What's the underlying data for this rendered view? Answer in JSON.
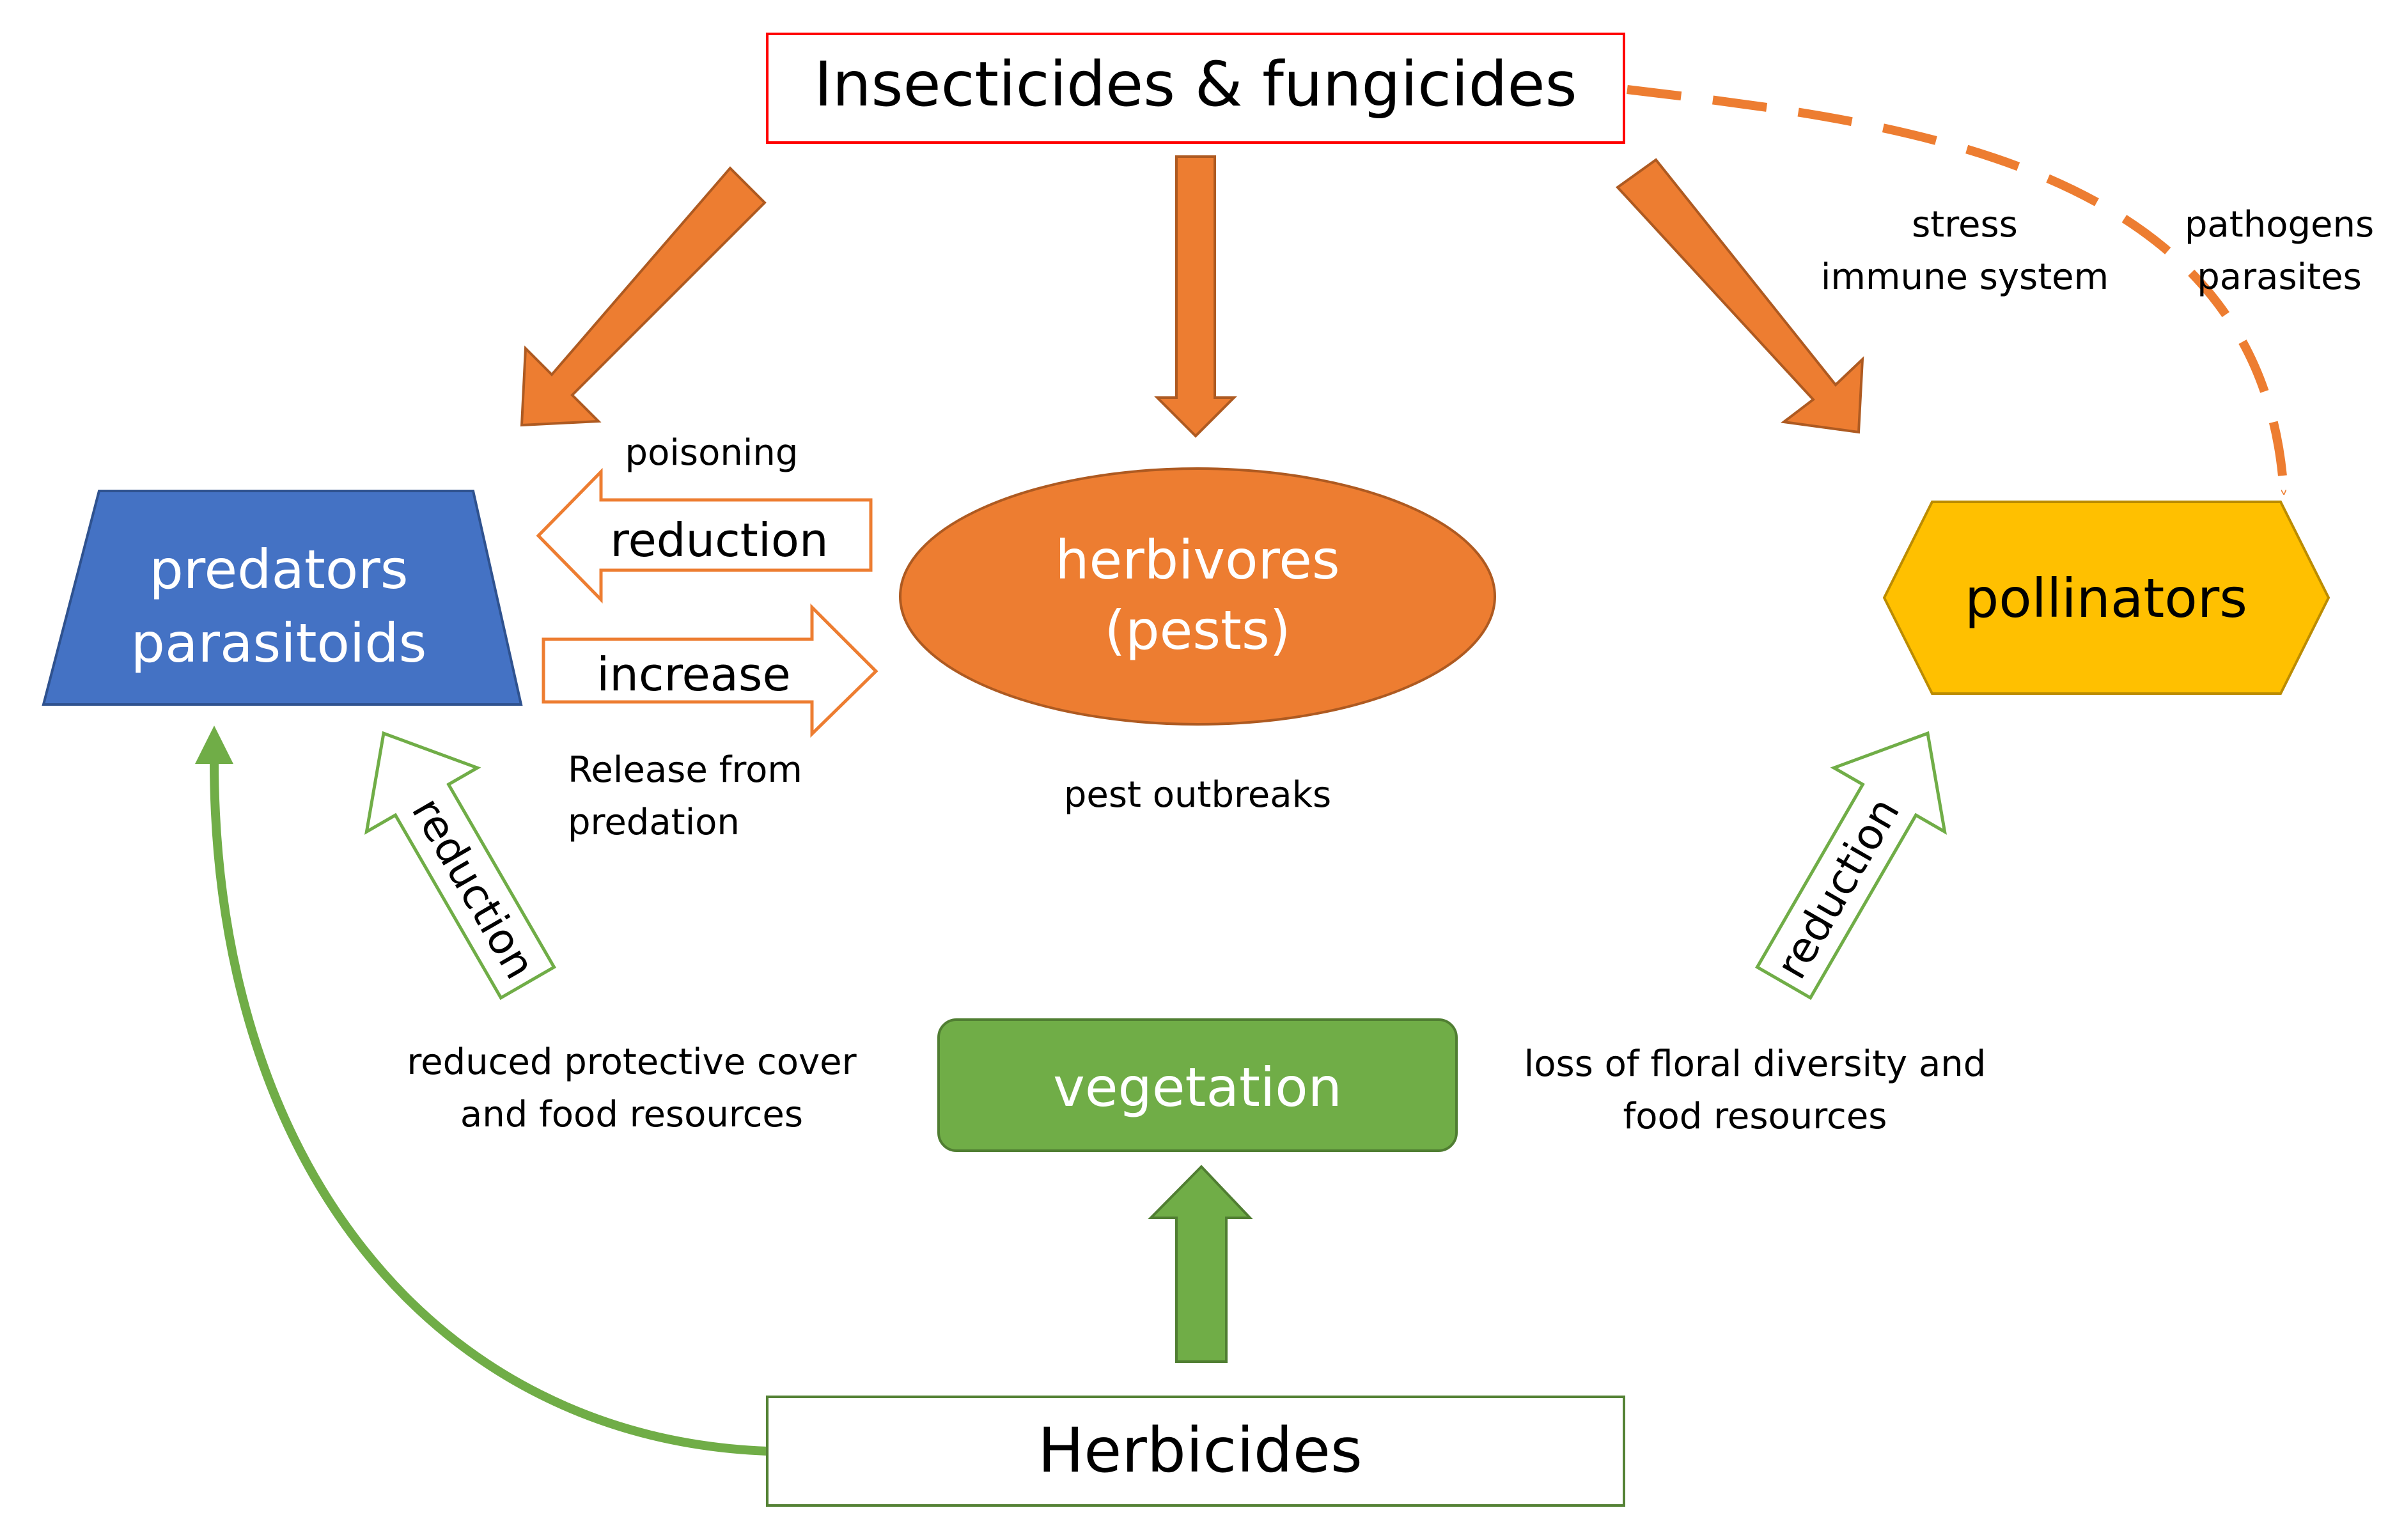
{
  "nodes": {
    "insecticides": "Insecticides & fungicides",
    "herbicides": "Herbicides",
    "predators_line1": "predators",
    "predators_line2": "parasitoids",
    "herbivores_line1": "herbivores",
    "herbivores_line2": "(pests)",
    "pollinators": "pollinators",
    "vegetation": "vegetation"
  },
  "labels": {
    "poisoning": "poisoning",
    "reduction_arrow": "reduction",
    "increase_arrow": "increase",
    "release_line1": "Release from",
    "release_line2": "predation",
    "pest_outbreaks": "pest outbreaks",
    "stress_line1": "stress",
    "stress_line2": "immune system",
    "pathogens_line1": "pathogens",
    "pathogens_line2": "parasites",
    "left_reduction": "reduction",
    "right_reduction": "reduction",
    "cover_line1": "reduced protective cover",
    "cover_line2": "and food resources",
    "floral_line1": "loss of floral diversity and",
    "floral_line2": "food resources"
  },
  "colors": {
    "orange": "#ED7D31",
    "orange_dark": "#AE5A21",
    "blue": "#4472C4",
    "blue_dark": "#2F528F",
    "yellow": "#FFC000",
    "yellow_dark": "#BC8C00",
    "green": "#70AD47",
    "green_dark": "#507E32",
    "red": "#FF0000"
  }
}
